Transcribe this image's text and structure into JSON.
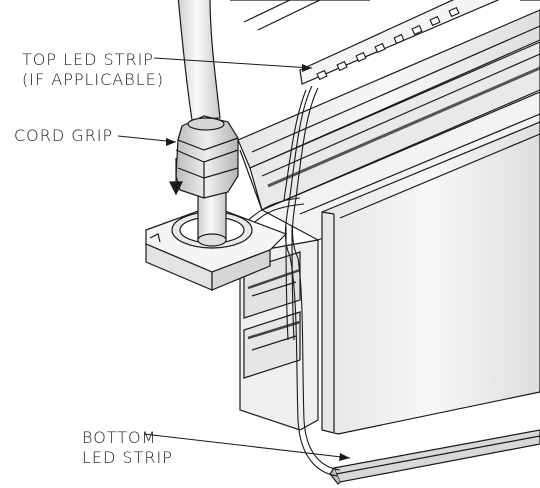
{
  "callouts": {
    "top_led_strip": {
      "line1": "TOP LED STRIP",
      "line2": "(IF APPLICABLE)"
    },
    "cord_grip": {
      "line1": "CORD GRIP"
    },
    "bottom_led_strip": {
      "line1": "BOTTOM",
      "line2": "LED STRIP"
    }
  },
  "colors": {
    "line": "#1a1a1a",
    "profile_shade": "#d9d9d9",
    "profile_light": "#f2f2f2",
    "cable": "#eeeeee"
  }
}
